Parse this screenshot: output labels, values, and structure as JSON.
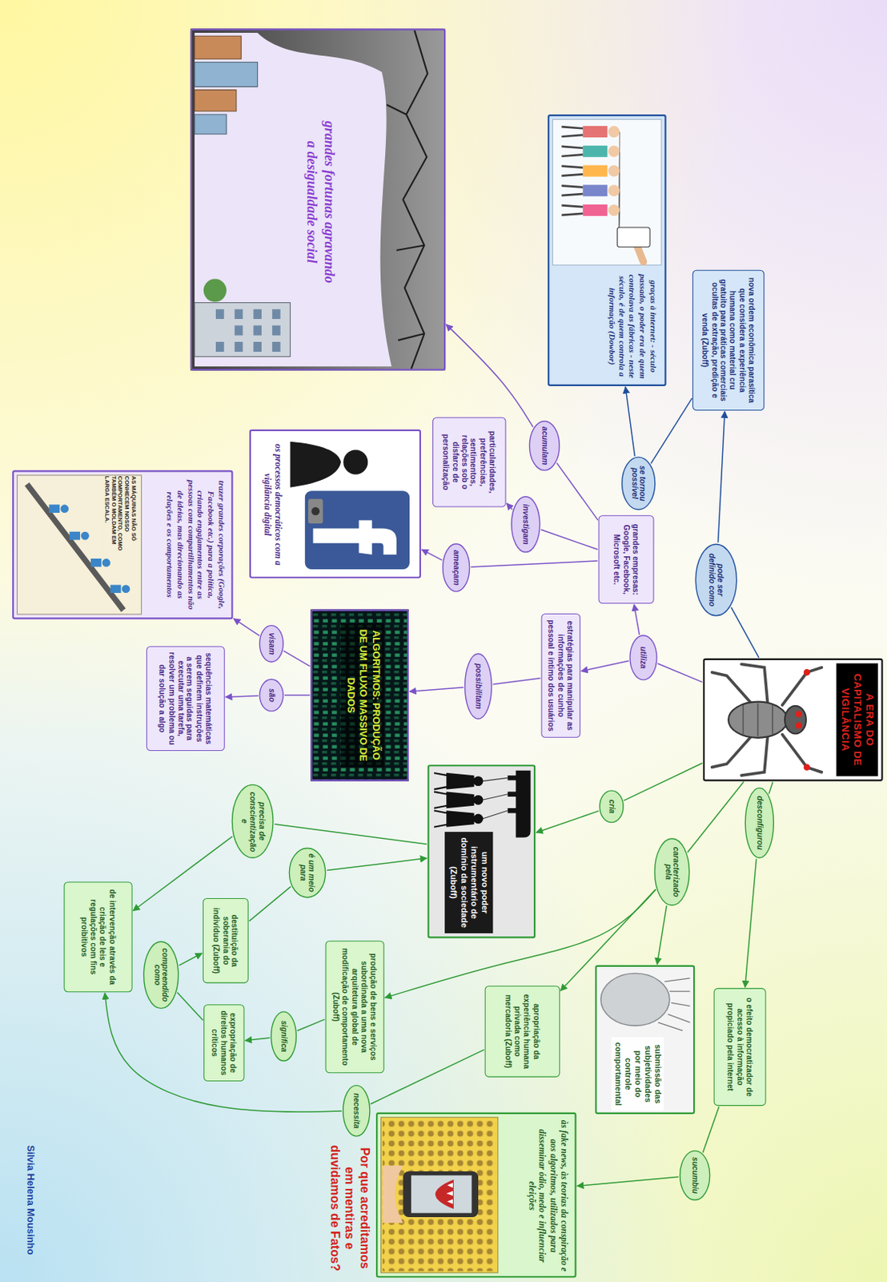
{
  "diagram": {
    "nodes": [
      {
        "text": [
          "A ERA DO CAPITALISMO DE VIGILÂNCIA"
        ]
      },
      {
        "text": [
          "pode ser definido como"
        ]
      },
      {
        "text": [
          "nova ordem econômica parasítica que considera a experiência humana como material cru gratuito para práticas comerciais ocultas de extração, predição e venda (Zuboff)"
        ]
      },
      {
        "text": [
          "se tornou possível"
        ]
      },
      {
        "text": [
          "graças à internet: - século passado, o poder era de quem controlava as fábricas - neste século, é de quem controla a informação (Dowbor)"
        ]
      },
      {
        "text": [
          "utiliza"
        ]
      },
      {
        "text": [
          "grandes empresas: Google, Facebook, Microsoft etc."
        ]
      },
      {
        "text": [
          "acumulam"
        ]
      },
      {
        "text": [
          "grandes fortunas agravando a desigualdade social"
        ]
      },
      {
        "text": [
          "investigam"
        ]
      },
      {
        "text": [
          "particularidades, preferências, sentimentos, relações sob o disfarce de personalização"
        ]
      },
      {
        "text": [
          "ameaçam"
        ]
      },
      {
        "text": [
          "os processos democráticos com a vigilância digital"
        ]
      },
      {
        "text": [
          "estratégias para manipular as informações de cunho pessoal e íntimo dos usuários"
        ]
      },
      {
        "text": [
          "possibilitam"
        ]
      },
      {
        "text": [
          "ALGORITMOS: PRODUÇÃO DE UM FLUXO MASSIVO DE DADOS"
        ]
      },
      {
        "text": [
          "visam"
        ]
      },
      {
        "text": [
          "são"
        ]
      },
      {
        "text": [
          "trazer grandes corporações (Google, Facebook etc.) para a política, criando engajamentos entre as pessoas com compartilhamentos não de ideias, mas direcionando as relações e os comportamentos"
        ]
      },
      {
        "text": [
          "sequências matemáticas que definem instruções a serem seguidas para executar uma tarefa, resolver um problema ou dar solução a algo"
        ]
      },
      {
        "text": [
          "cria"
        ]
      },
      {
        "text": [
          "um novo poder instrumentário de domínio da sociedade (Zuboff)"
        ]
      },
      {
        "text": [
          "precisa de conscientização e"
        ]
      },
      {
        "text": [
          "caracterizado pela"
        ]
      },
      {
        "text": [
          "submissão das subjetividades por meio do controle comportamental"
        ]
      },
      {
        "text": [
          "apropriação da experiência humana privada como mercadoria (Zuboff)"
        ]
      },
      {
        "text": [
          "produção de bens e serviços subordinada a uma nova arquitetura global de modificação de comportamento (Zuboff)"
        ]
      },
      {
        "text": [
          "significa"
        ]
      },
      {
        "text": [
          "expropriação de direitos humanos críticos"
        ]
      },
      {
        "text": [
          "compreendido como"
        ]
      },
      {
        "text": [
          "destituição da soberania do indivíduo (Zuboff)"
        ]
      },
      {
        "text": [
          "é um meio para"
        ]
      },
      {
        "text": [
          "necessita"
        ]
      },
      {
        "text": [
          "de intervenção através da criação de leis e regulações com fins proibitivos"
        ]
      },
      {
        "text": [
          "desconfigurou"
        ]
      },
      {
        "text": [
          "o efeito democratizador de acesso à informação propiciado pela internet"
        ]
      },
      {
        "text": [
          "sucumbiu"
        ]
      },
      {
        "text": [
          "às fake news, às teorias da conspiração e aos algoritmos, utilizados para disseminar ódio, medo e influenciar eleições"
        ]
      }
    ],
    "edges": [
      {
        "from": 0,
        "to": 1,
        "arrow": "none"
      },
      {
        "from": 1,
        "to": 2,
        "arrow": "to"
      },
      {
        "from": 2,
        "to": 3,
        "arrow": "none"
      },
      {
        "from": 3,
        "to": 4,
        "arrow": "to"
      },
      {
        "from": 0,
        "to": 5,
        "arrow": "none"
      },
      {
        "from": 5,
        "to": 6,
        "arrow": "to"
      },
      {
        "from": 5,
        "to": 13,
        "arrow": "to"
      },
      {
        "from": 6,
        "to": 7,
        "arrow": "none"
      },
      {
        "from": 7,
        "to": 8,
        "arrow": "to"
      },
      {
        "from": 6,
        "to": 9,
        "arrow": "none"
      },
      {
        "from": 9,
        "to": 10,
        "arrow": "to"
      },
      {
        "from": 6,
        "to": 11,
        "arrow": "none"
      },
      {
        "from": 11,
        "to": 12,
        "arrow": "to"
      },
      {
        "from": 13,
        "to": 14,
        "arrow": "none"
      },
      {
        "from": 14,
        "to": 15,
        "arrow": "to"
      },
      {
        "from": 15,
        "to": 16,
        "arrow": "none"
      },
      {
        "from": 16,
        "to": 18,
        "arrow": "to"
      },
      {
        "from": 15,
        "to": 17,
        "arrow": "none"
      },
      {
        "from": 17,
        "to": 19,
        "arrow": "to"
      },
      {
        "from": 0,
        "to": 20,
        "arrow": "none"
      },
      {
        "from": 20,
        "to": 21,
        "arrow": "to"
      },
      {
        "from": 21,
        "to": 22,
        "arrow": "none"
      },
      {
        "from": 22,
        "to": 33,
        "arrow": "to"
      },
      {
        "from": 0,
        "to": 23,
        "arrow": "none"
      },
      {
        "from": 23,
        "to": 24,
        "arrow": "to"
      },
      {
        "from": 23,
        "to": 25,
        "arrow": "to"
      },
      {
        "from": 23,
        "to": 26,
        "arrow": "to"
      },
      {
        "from": 26,
        "to": 27,
        "arrow": "none"
      },
      {
        "from": 27,
        "to": 28,
        "arrow": "to"
      },
      {
        "from": 28,
        "to": 29,
        "arrow": "none"
      },
      {
        "from": 29,
        "to": 30,
        "arrow": "to"
      },
      {
        "from": 30,
        "to": 31,
        "arrow": "none"
      },
      {
        "from": 31,
        "to": 21,
        "arrow": "to"
      },
      {
        "from": 25,
        "to": 32,
        "arrow": "none"
      },
      {
        "from": 32,
        "to": 33,
        "arrow": "to"
      },
      {
        "from": 0,
        "to": 34,
        "arrow": "none"
      },
      {
        "from": 34,
        "to": 35,
        "arrow": "to"
      },
      {
        "from": 35,
        "to": 36,
        "arrow": "none"
      },
      {
        "from": 36,
        "to": 37,
        "arrow": "to"
      }
    ],
    "labels": [
      "AS MÁQUINAS NÃO SÓ CONHECEM NOSSO COMPORTAMENTO, COMO TAMBÉM O MOLDAM EM LARGA ESCALA.",
      "Por que acreditamos em mentiras e duvidamos de Fatos?",
      "Silvia Helena Mousinho"
    ]
  }
}
